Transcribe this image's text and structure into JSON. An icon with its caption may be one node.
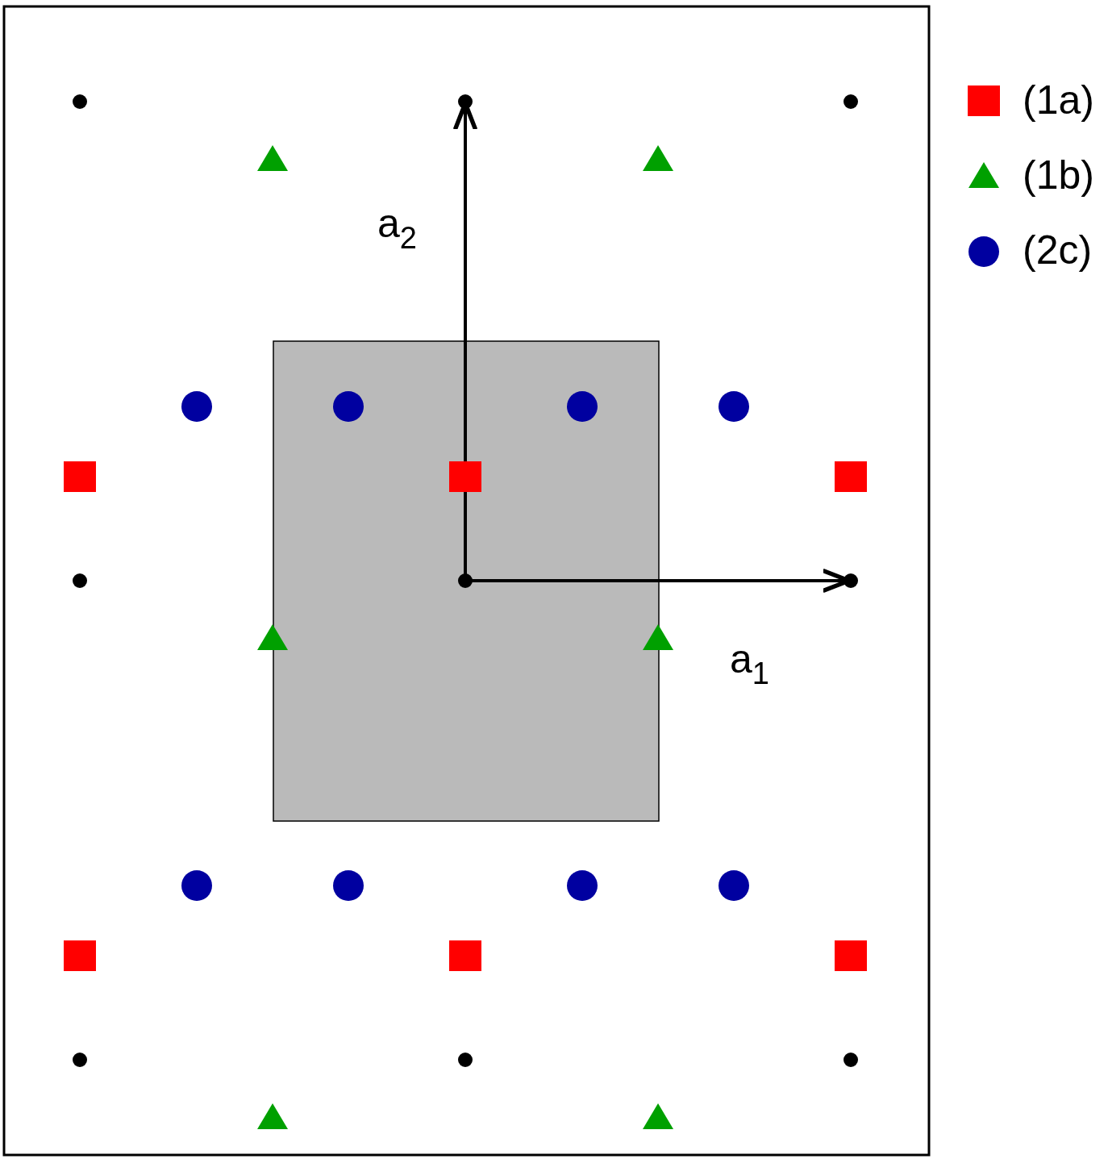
{
  "diagram": {
    "labels": [
      "a$_{2}$",
      "a$_{1}$"
    ],
    "legend": [
      {
        "text": "(1a)",
        "color": "#ff0000"
      },
      {
        "text": "(1b)",
        "color": "#00a000"
      },
      {
        "text": "(2c)",
        "color": "#0000a0"
      }
    ]
  }
}
